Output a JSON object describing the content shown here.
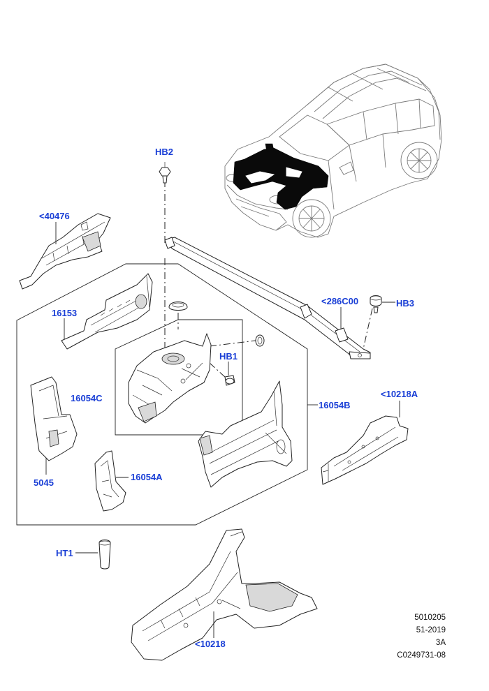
{
  "diagram": {
    "callouts": {
      "hb2": "HB2",
      "p40476": "<40476",
      "p16153": "16153",
      "p286c00": "<286C00",
      "hb3": "HB3",
      "hb1": "HB1",
      "p16054c": "16054C",
      "p16054b": "16054B",
      "p10218a": "<10218A",
      "p5045": "5045",
      "p16054a": "16054A",
      "ht1": "HT1",
      "p10218": "<10218"
    },
    "reference_block": {
      "line1": "5010205",
      "line2": "51-2019",
      "line3": "3A",
      "line4": "C0249731-08"
    }
  },
  "colors": {
    "callout": "#1a3fd6",
    "line": "#222222",
    "highlight": "#0a0a0a"
  }
}
